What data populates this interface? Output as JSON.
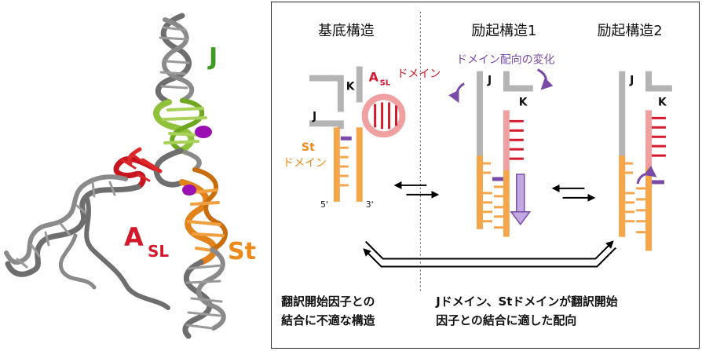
{
  "structure_labels": {
    "j": "J",
    "asl_main": "A",
    "asl_sub": "SL",
    "st": "St"
  },
  "states": {
    "ground_title": "基底構造",
    "excited1_title": "励起構造1",
    "excited2_title": "励起構造2"
  },
  "diagram_labels": {
    "k": "K",
    "j": "J",
    "asl_main": "A",
    "asl_sub": "SL",
    "domain": "ドメイン",
    "st_line1": "St",
    "st_line2": "ドメイン",
    "five_prime": "5'",
    "three_prime": "3'",
    "orientation_change": "ドメイン配向の変化"
  },
  "captions": {
    "left_line1": "翻訳開始因子との",
    "left_line2": "結合に不適な構造",
    "right_line1": "Jドメイン、Stドメインが翻訳開始",
    "right_line2": "因子との結合に適した配向"
  },
  "colors": {
    "gray": "#b4b4b4",
    "orange": "#f5a54a",
    "pink": "#f0a0a0",
    "red": "#d4192c",
    "purple": "#7a4aa8",
    "green": "#3c9a1e",
    "orange_label": "#ee8a1b",
    "rna_gray": "#6e6e6e",
    "rna_green": "#8fc23a",
    "rna_red": "#c8141e",
    "rna_orange": "#e2821a",
    "rna_purple": "#9b10b4"
  }
}
